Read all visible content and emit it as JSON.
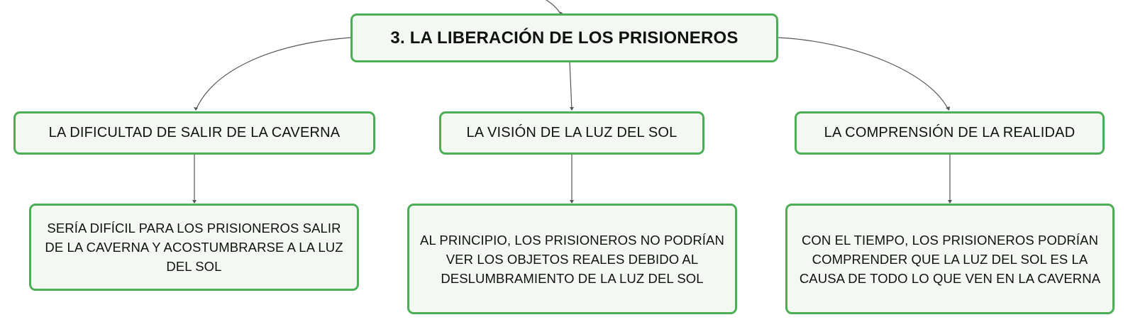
{
  "diagram": {
    "root": {
      "label": "3. LA LIBERACIÓN DE LOS PRISIONEROS"
    },
    "branches": [
      {
        "label": "LA DIFICULTAD DE SALIR DE LA CAVERNA",
        "detail": "SERÍA DIFÍCIL PARA LOS PRISIONEROS SALIR DE LA CAVERNA Y ACOSTUMBRARSE A LA LUZ DEL SOL"
      },
      {
        "label": "LA VISIÓN DE LA LUZ DEL SOL",
        "detail": "AL PRINCIPIO, LOS PRISIONEROS NO PODRÍAN VER LOS OBJETOS REALES DEBIDO AL DESLUMBRAMIENTO DE LA LUZ DEL SOL"
      },
      {
        "label": "LA COMPRENSIÓN DE LA REALIDAD",
        "detail": "CON EL TIEMPO, LOS PRISIONEROS PODRÍAN COMPRENDER QUE LA LUZ DEL SOL ES LA CAUSA DE TODO LO QUE VEN EN LA CAVERNA"
      }
    ]
  },
  "colors": {
    "node_border": "#4caf55",
    "node_fill": "#f3f9f2",
    "connector": "#555555",
    "text": "#111111"
  }
}
